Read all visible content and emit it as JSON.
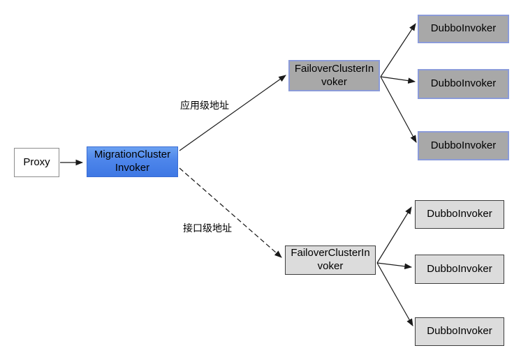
{
  "diagram": {
    "nodes": {
      "proxy": {
        "label": "Proxy"
      },
      "migration": {
        "label": "MigrationCluster\nInvoker"
      },
      "failover_app": {
        "label": "FailoverClusterIn\nvoker"
      },
      "failover_interface": {
        "label": "FailoverClusterIn\nvoker"
      },
      "dubbo_app_1": {
        "label": "DubboInvoker"
      },
      "dubbo_app_2": {
        "label": "DubboInvoker"
      },
      "dubbo_app_3": {
        "label": "DubboInvoker"
      },
      "dubbo_interface_1": {
        "label": "DubboInvoker"
      },
      "dubbo_interface_2": {
        "label": "DubboInvoker"
      },
      "dubbo_interface_3": {
        "label": "DubboInvoker"
      }
    },
    "edge_labels": {
      "app_level": "应用级地址",
      "interface_level": "接口级地址"
    },
    "colors": {
      "migration_fill_top": "#6BA1F1",
      "migration_fill_bottom": "#3E78E4",
      "migration_border": "#3A6CD4",
      "app_cluster_fill": "#A8A8A8",
      "app_cluster_border": "#8B9BD9",
      "interface_cluster_fill": "#DCDCDC",
      "interface_cluster_border": "#3D3D3D",
      "proxy_fill": "#FFFFFF",
      "proxy_border": "#8C8C8C",
      "arrow_color": "#1A1A1A",
      "background": "#FFFFFF"
    }
  }
}
